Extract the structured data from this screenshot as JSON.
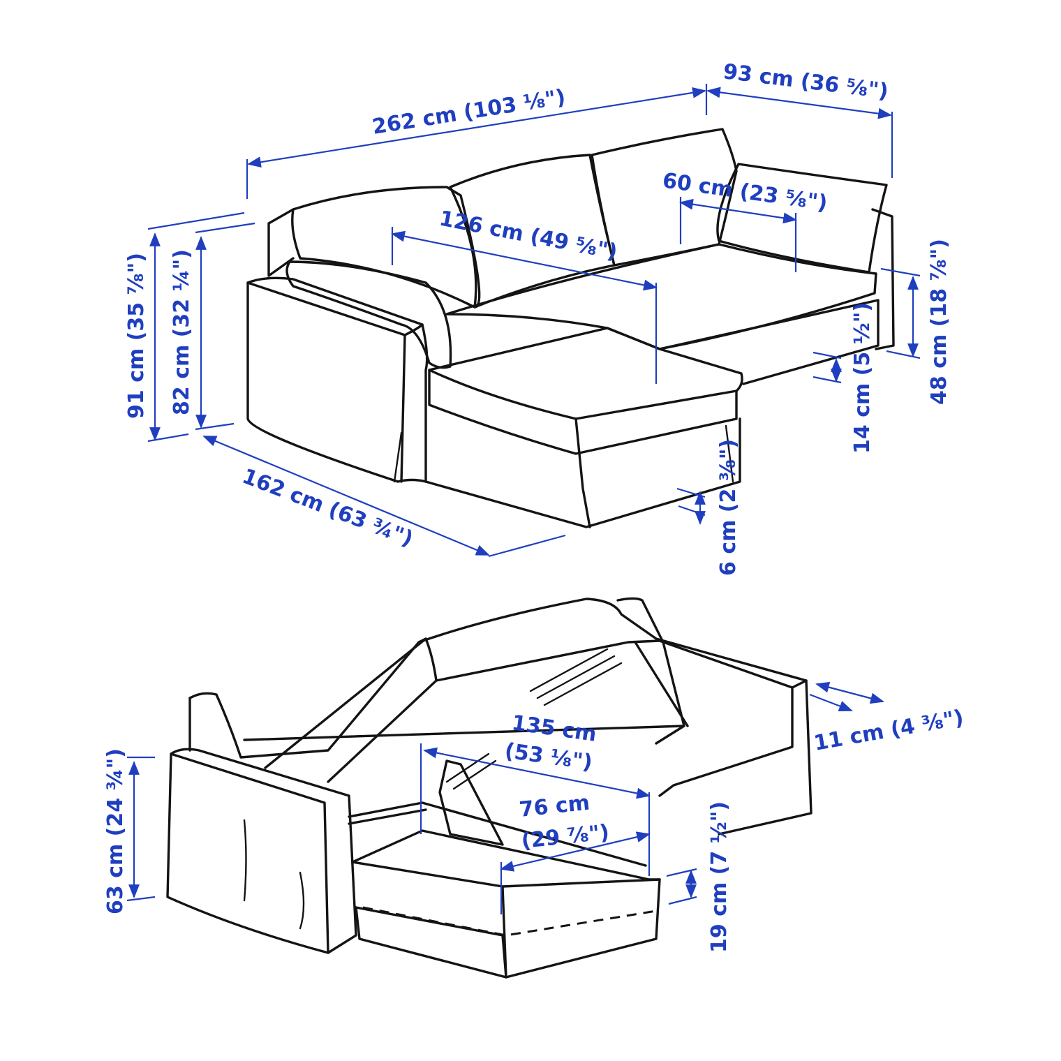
{
  "colors": {
    "dimension": "#1f3fbf",
    "outline": "#141414",
    "background": "#ffffff"
  },
  "top_view": {
    "total_width": "262 cm (103 ⅛\")",
    "chaise_width": "93 cm (36 ⅝\")",
    "seat_width": "126 cm (49 ⅝\")",
    "chaise_seat_width": "60 cm (23 ⅝\")",
    "total_height": "91 cm (35 ⅞\")",
    "back_height": "82 cm (32 ¼\")",
    "chaise_depth": "162 cm (63 ¾\")",
    "seat_height": "48 cm (18 ⅞\")",
    "seat_thickness": "14 cm (5 ½\")",
    "leg_clearance": "6 cm (2 ⅜\")"
  },
  "bottom_view": {
    "bed_length_value": "135 cm",
    "bed_length_inches": "(53 ⅛\")",
    "storage_width_value": "76 cm",
    "storage_width_inches": "(29 ⅞\")",
    "arm_width": "11 cm (4 ⅜\")",
    "arm_height": "63 cm (24 ¾\")",
    "storage_depth": "19 cm (7 ½\")"
  }
}
